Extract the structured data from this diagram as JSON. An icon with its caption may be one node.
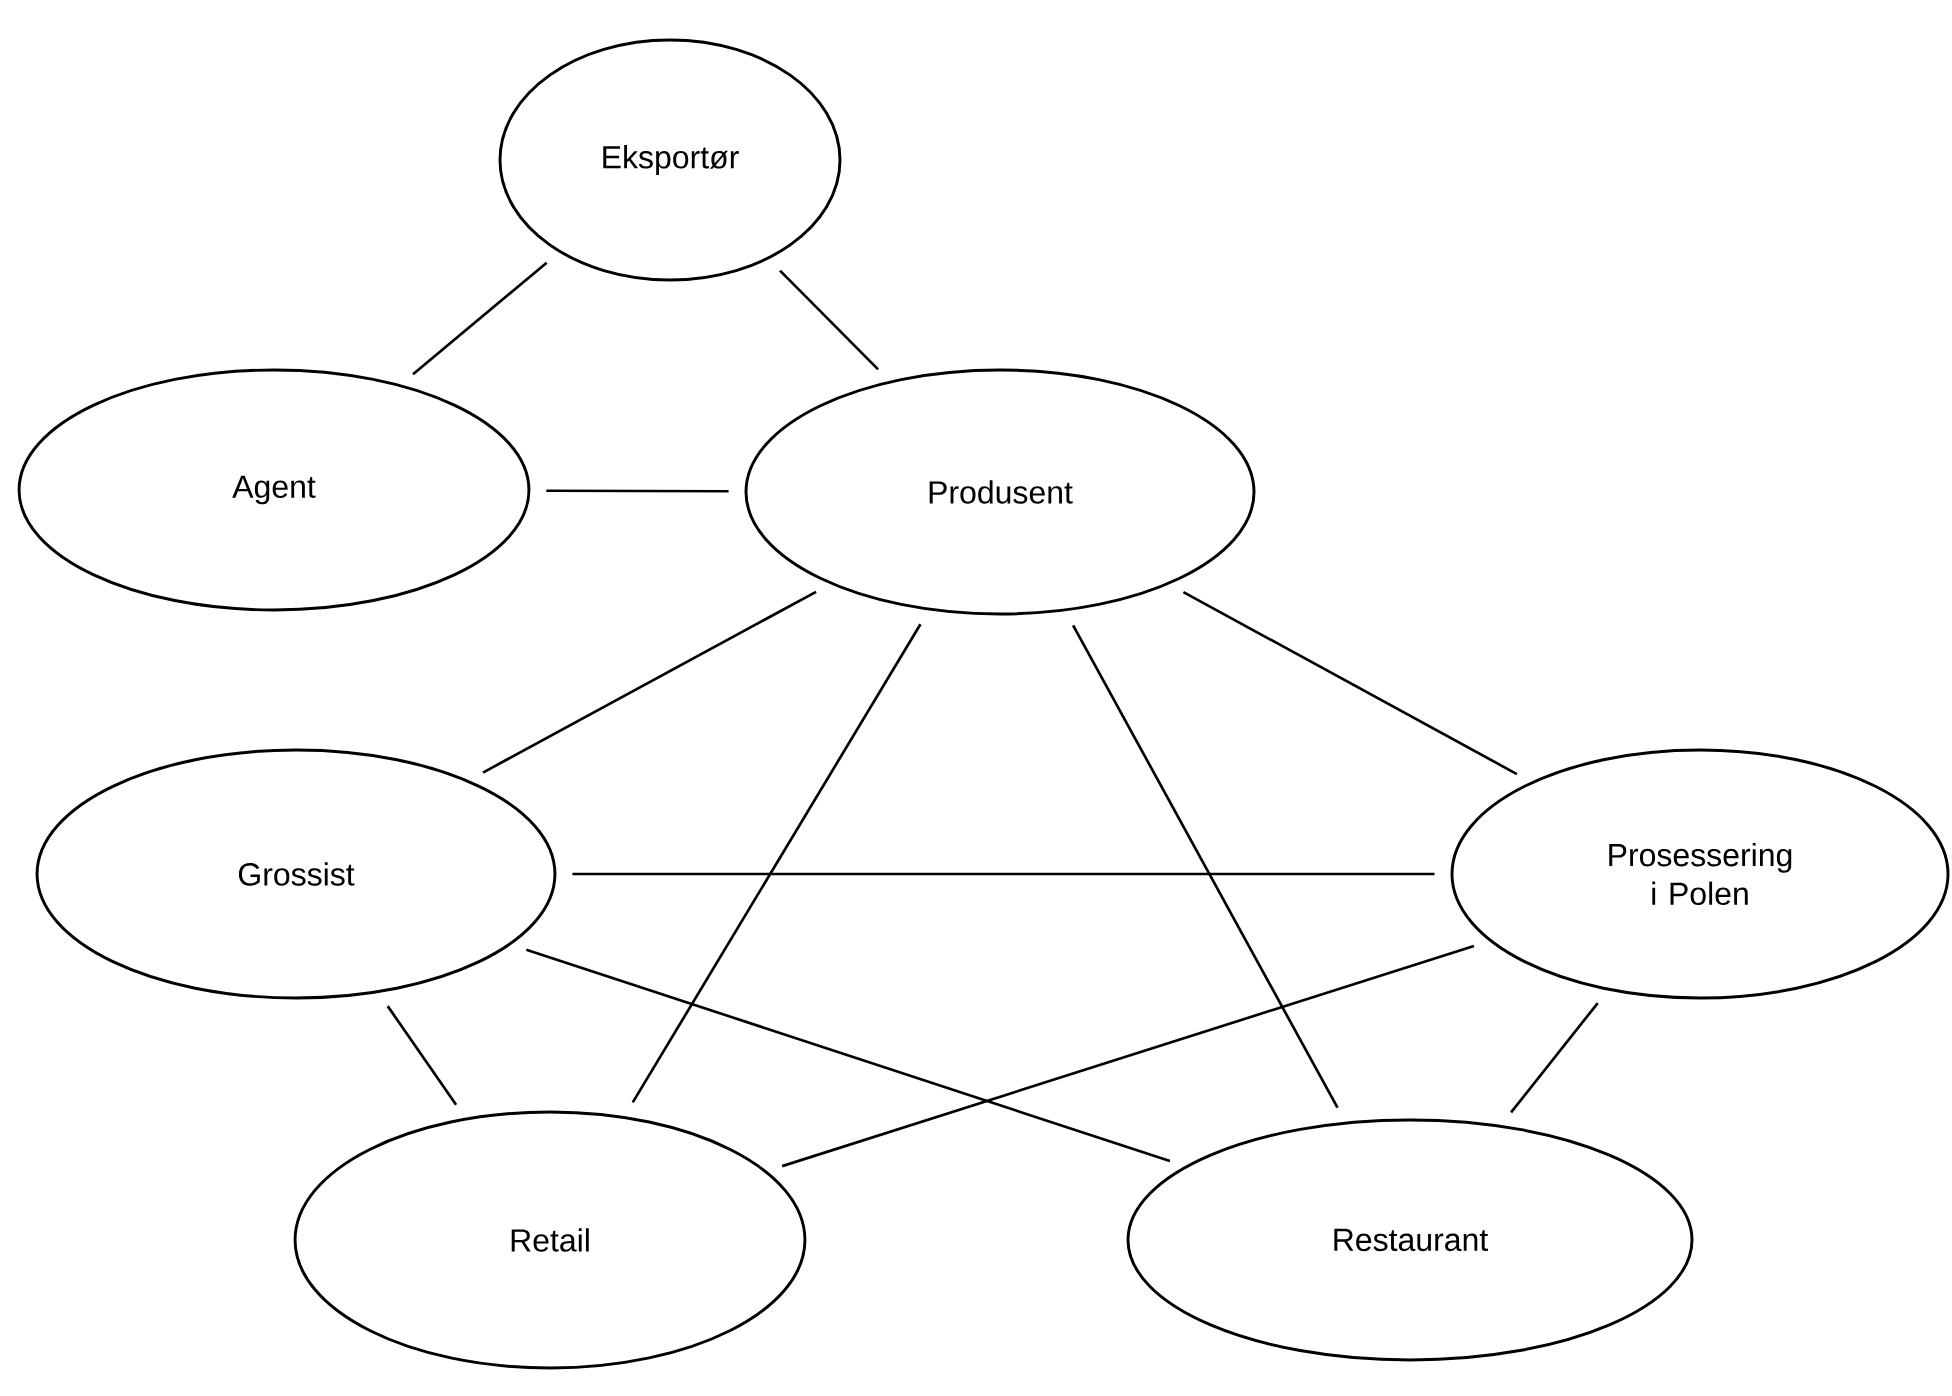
{
  "diagram": {
    "nodes": [
      {
        "text": [
          "Eksportør"
        ]
      },
      {
        "text": [
          "Agent"
        ]
      },
      {
        "text": [
          "Produsent"
        ]
      },
      {
        "text": [
          "Grossist"
        ]
      },
      {
        "text": [
          "Prosessering i Polen"
        ]
      },
      {
        "text": [
          "Retail"
        ]
      },
      {
        "text": [
          "Restaurant"
        ]
      }
    ],
    "edges": [
      {
        "from": 0,
        "to": 1,
        "arrow": "none"
      },
      {
        "from": 0,
        "to": 2,
        "arrow": "none"
      },
      {
        "from": 1,
        "to": 2,
        "arrow": "none"
      },
      {
        "from": 2,
        "to": 4,
        "arrow": "none"
      },
      {
        "from": 2,
        "to": 3,
        "arrow": "none"
      },
      {
        "from": 2,
        "to": 5,
        "arrow": "none"
      },
      {
        "from": 2,
        "to": 6,
        "arrow": "none"
      },
      {
        "from": 3,
        "to": 4,
        "arrow": "none"
      },
      {
        "from": 3,
        "to": 5,
        "arrow": "none"
      },
      {
        "from": 3,
        "to": 6,
        "arrow": "none"
      },
      {
        "from": 4,
        "to": 5,
        "arrow": "none"
      },
      {
        "from": 4,
        "to": 6,
        "arrow": "none"
      }
    ]
  }
}
